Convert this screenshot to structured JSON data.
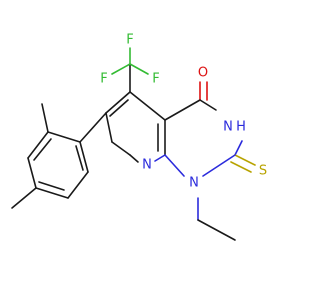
{
  "colors": {
    "carbon": "#1a1a1a",
    "nitrogen": "#2b2bdc",
    "oxygen": "#dd1111",
    "sulfur": "#b8a300",
    "fluorine": "#33bb33",
    "background": "#ffffff"
  },
  "atoms": {
    "f1": "F",
    "f2": "F",
    "f3": "F",
    "o": "O",
    "nh": "N",
    "h": "H",
    "s": "S",
    "n_ring": "N",
    "n_ethyl": "N"
  }
}
